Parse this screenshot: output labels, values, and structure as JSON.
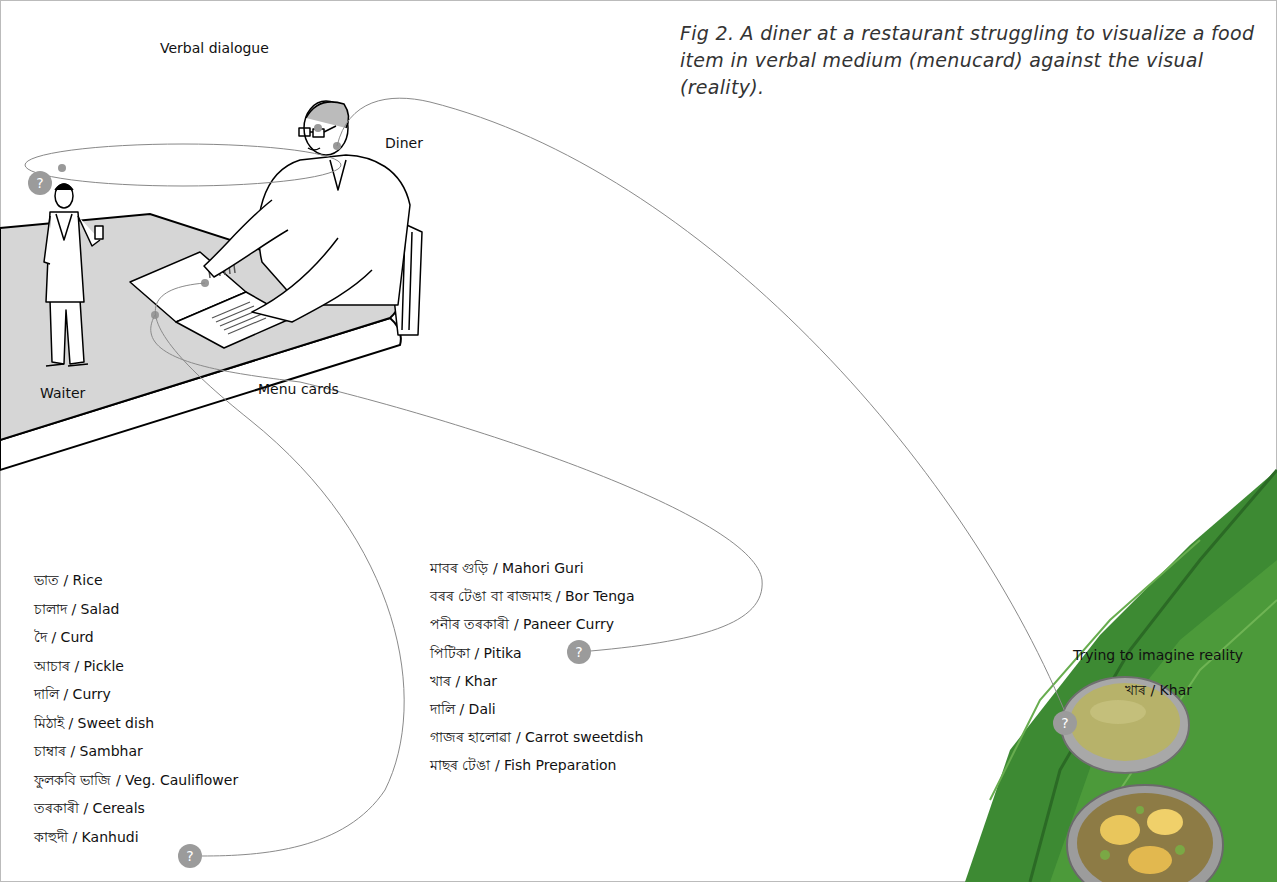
{
  "diagram": {
    "caption": "Fig 2. A diner at a restaurant struggling to visualize a food item in verbal medium (menucard) against the visual (reality).",
    "nodes": [
      {
        "text": [
          "?"
        ]
      },
      {
        "text": [
          "?"
        ]
      },
      {
        "text": [
          "?"
        ]
      },
      {
        "text": [
          "?"
        ]
      }
    ],
    "labels": [
      "Verbal dialogue",
      "Diner",
      "Waiter",
      "Menu cards",
      "ভাত / Rice",
      "চালাদ / Salad",
      "দৈ / Curd",
      "আচাৰ / Pickle",
      "দালি / Curry",
      "মিঠাই / Sweet dish",
      "চাম্বাৰ / Sambhar",
      "ফুলকবি ভাজি / Veg. Cauliflower",
      "তৰকাৰী / Cereals",
      "কাহুদী / Kanhudi",
      "মাবৰ গুড়ি / Mahori Guri",
      "বৰৰ টেঙা বা ৰাজমাহ / Bor Tenga",
      "পনীৰ তৰকাৰী / Paneer Curry",
      "পিটিকা / Pitika",
      "খাৰ / Khar",
      "দালি / Dali",
      "গাজৰ হালোৱা / Carrot sweetdish",
      "মাছৰ টেঙা / Fish Preparation",
      "Trying to imagine reality",
      "খাৰ / Khar"
    ]
  }
}
